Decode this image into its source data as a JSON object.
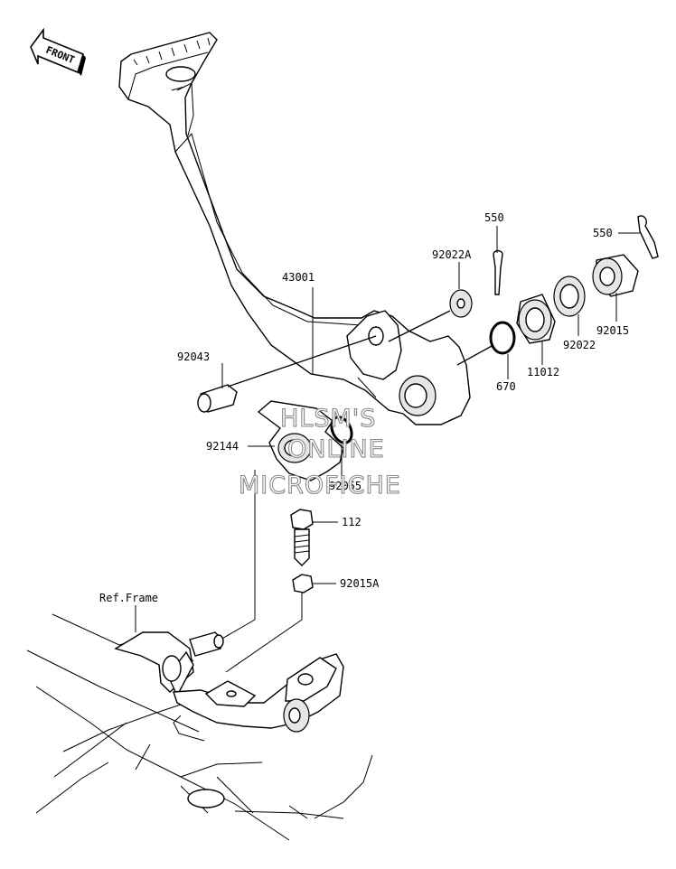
{
  "front_badge": {
    "text": "FRONT",
    "icon": "front-arrow-icon"
  },
  "watermark": {
    "line1": "HLSM'S",
    "line2": "ONLINE",
    "line3": "MICROFICHE"
  },
  "parts": {
    "p43001": "43001",
    "p92043": "92043",
    "p92022A": "92022A",
    "p550a": "550",
    "p550b": "550",
    "p11012": "11012",
    "p92022": "92022",
    "p92015": "92015",
    "p670": "670",
    "p92144": "92144",
    "p92055": "92055",
    "p112": "112",
    "p92015A": "92015A",
    "ref_frame": "Ref.Frame"
  }
}
